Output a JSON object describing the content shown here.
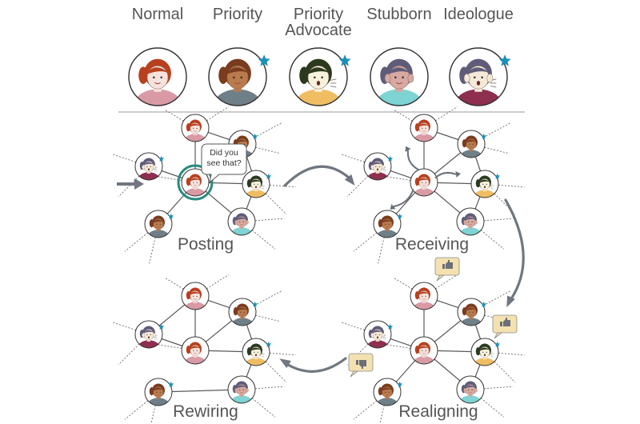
{
  "legend": {
    "types": [
      {
        "label_lines": [
          "Normal"
        ],
        "hair": "#b8401f",
        "shirt": "#d99aa6",
        "skin": "#f7e3dc",
        "star": false,
        "expr": "normal"
      },
      {
        "label_lines": [
          "Priority"
        ],
        "hair": "#7a3c1e",
        "shirt": "#6f7f88",
        "skin": "#b97a4c",
        "star": true,
        "expr": "normal"
      },
      {
        "label_lines": [
          "Priority",
          "Advocate"
        ],
        "hair": "#2b3a1e",
        "shirt": "#f0be62",
        "skin": "#f8f1dc",
        "star": true,
        "expr": "shout"
      },
      {
        "label_lines": [
          "Stubborn"
        ],
        "hair": "#5f5c7a",
        "shirt": "#7ed3d3",
        "skin": "#d8a9a0",
        "star": false,
        "expr": "ears"
      },
      {
        "label_lines": [
          "Ideologue"
        ],
        "hair": "#5f5c7a",
        "shirt": "#8e2f50",
        "skin": "#f5ead8",
        "star": true,
        "expr": "shout-ears"
      }
    ]
  },
  "stages": [
    {
      "name": "Posting"
    },
    {
      "name": "Receiving"
    },
    {
      "name": "Realigning"
    },
    {
      "name": "Rewiring"
    }
  ],
  "speech_bubble": {
    "lines": [
      "Did you",
      "see that?"
    ]
  },
  "colors": {
    "accent_ring": "#2a8a80",
    "star": "#1a8fb8",
    "arrow": "#707780",
    "reaction_bubble": "#f3e2b0"
  },
  "icons": {
    "like": "thumbs-up-icon",
    "dislike": "thumbs-down-icon"
  }
}
